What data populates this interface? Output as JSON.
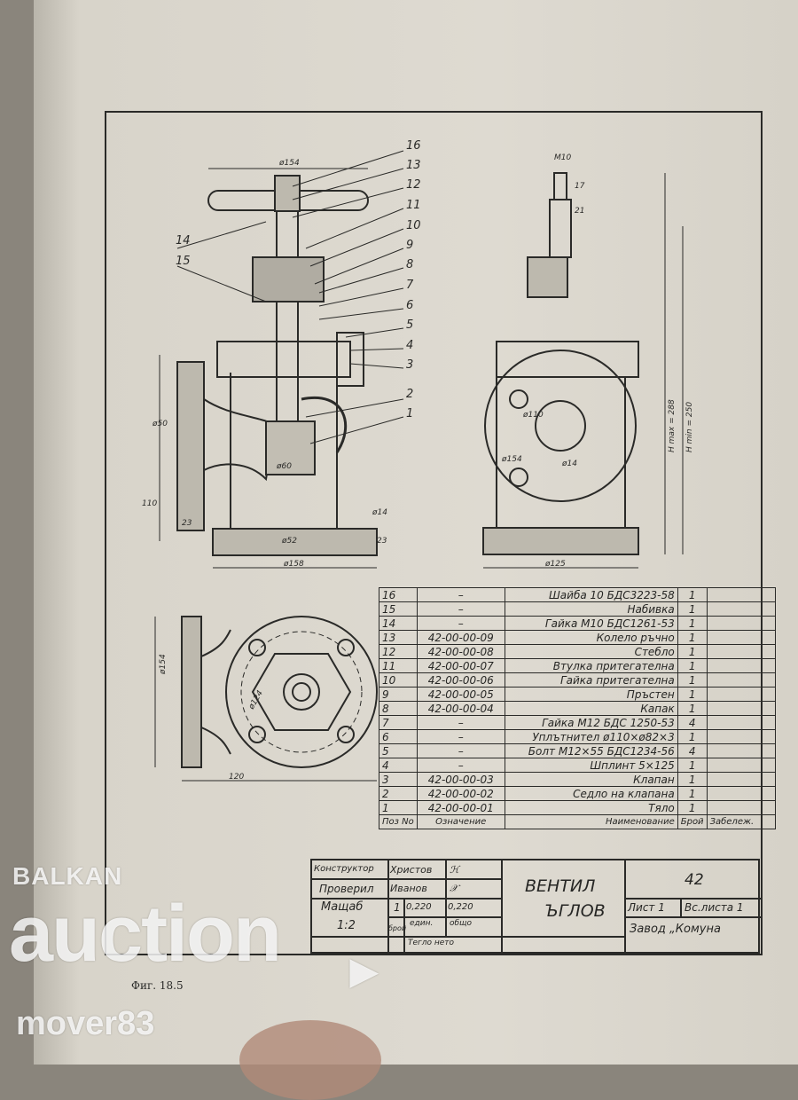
{
  "drawing": {
    "balloons": [
      "16",
      "13",
      "12",
      "11",
      "10",
      "9",
      "8",
      "7",
      "6",
      "5",
      "4",
      "3",
      "2",
      "1",
      "14",
      "15"
    ],
    "dims_front": [
      "ø154",
      "110",
      "ø50",
      "ø60",
      "23",
      "ø52",
      "ø158",
      "ø14",
      "23"
    ],
    "dims_side": [
      "M10",
      "21",
      "17",
      "ø125",
      "H max = 288",
      "H min = 250",
      "ø110",
      "ø154",
      "ø14"
    ],
    "dims_bottom": [
      "ø154",
      "ø124",
      "120"
    ]
  },
  "parts_table": {
    "rows": [
      [
        "16",
        "–",
        "Шайба 10 БДС3223-58",
        "1",
        ""
      ],
      [
        "15",
        "–",
        "Набивка",
        "1",
        ""
      ],
      [
        "14",
        "–",
        "Гайка М10 БДС1261-53",
        "1",
        ""
      ],
      [
        "13",
        "42-00-00-09",
        "Колело ръчно",
        "1",
        ""
      ],
      [
        "12",
        "42-00-00-08",
        "Стебло",
        "1",
        ""
      ],
      [
        "11",
        "42-00-00-07",
        "Втулка притегателна",
        "1",
        ""
      ],
      [
        "10",
        "42-00-00-06",
        "Гайка притегателна",
        "1",
        ""
      ],
      [
        "9",
        "42-00-00-05",
        "Пръстен",
        "1",
        ""
      ],
      [
        "8",
        "42-00-00-04",
        "Капак",
        "1",
        ""
      ],
      [
        "7",
        "–",
        "Гайка М12 БДС 1250-53",
        "4",
        ""
      ],
      [
        "6",
        "–",
        "Уплътнител ø110×ø82×3",
        "1",
        ""
      ],
      [
        "5",
        "–",
        "Болт М12×55 БДС1234-56",
        "4",
        ""
      ],
      [
        "4",
        "–",
        "Шплинт 5×125",
        "1",
        ""
      ],
      [
        "3",
        "42-00-00-03",
        "Клапан",
        "1",
        ""
      ],
      [
        "2",
        "42-00-00-02",
        "Седло на клапана",
        "1",
        ""
      ],
      [
        "1",
        "42-00-00-01",
        "Тяло",
        "1",
        ""
      ]
    ],
    "header": [
      "Поз No",
      "Означение",
      "Наименование",
      "Брой",
      "Забележ."
    ]
  },
  "title_block": {
    "designer_label": "Конструктор",
    "designer": "Христов",
    "checked_label": "Проверил",
    "checker": "Иванов",
    "scale_label": "Мащаб",
    "scale": "1:2",
    "count": "1",
    "mass_unit": "0,220",
    "mass_total": "0,220",
    "count_label": "брой",
    "unit_label": "един.",
    "total_label": "общо",
    "mass_label": "Тегло нето",
    "title_line1": "ВЕНТИЛ",
    "title_line2": "ЪГЛОВ",
    "number": "42",
    "sheet": "Лист 1",
    "sheets": "Вс.листа 1",
    "plant": "Завод „Комуна"
  },
  "caption": "Фиг. 18.5",
  "watermark": {
    "brand_top": "BALKAN",
    "brand": "auction",
    "user": "mover83"
  }
}
